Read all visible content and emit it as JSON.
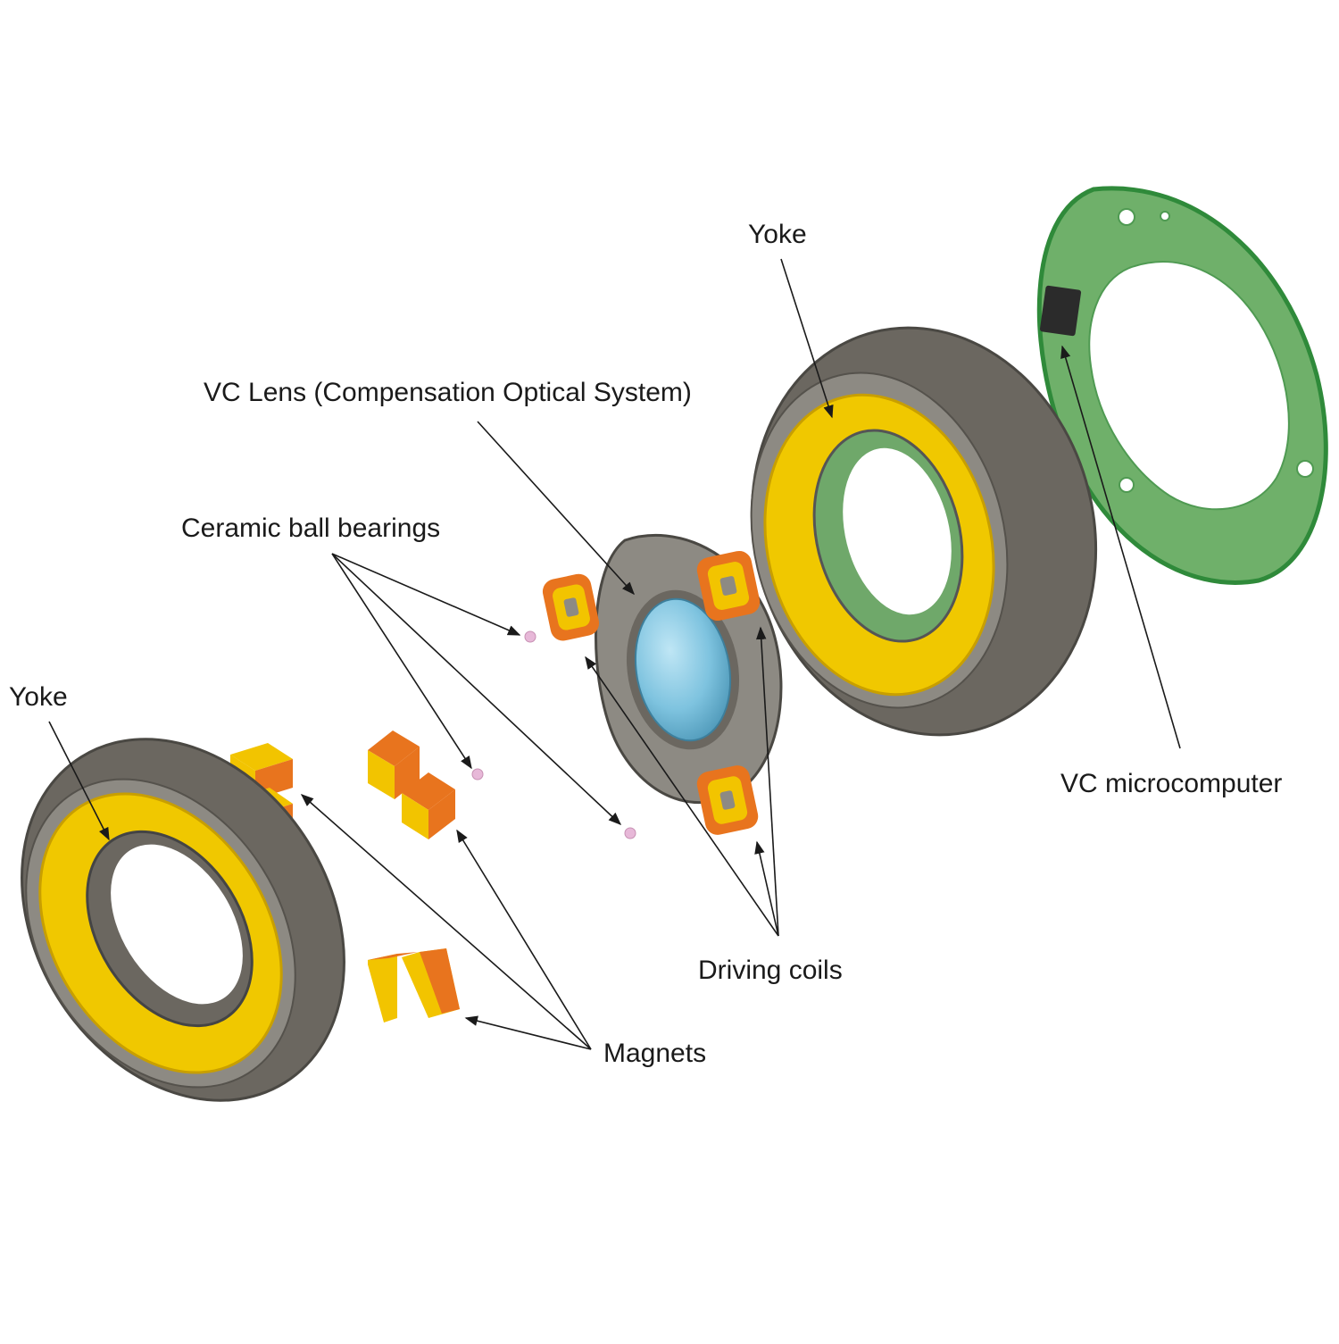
{
  "labels": {
    "yoke_rear": "Yoke",
    "vc_lens": "VC Lens (Compensation Optical System)",
    "ball_bearings": "Ceramic ball bearings",
    "yoke_front": "Yoke",
    "vc_microcomputer": "VC microcomputer",
    "driving_coils": "Driving coils",
    "magnets": "Magnets"
  },
  "colors": {
    "housing": "#6b6760",
    "housing_light": "#8d8a83",
    "yoke_yellow": "#f0c800",
    "magnet_orange": "#e8741e",
    "magnet_yellow": "#f2c400",
    "pcb_green": "#6fb06a",
    "pcb_edge": "#2f8a3a",
    "lens_blue": "#7ec3df",
    "ball_pink": "#e7b8d8",
    "chip": "#2b2b2b"
  }
}
